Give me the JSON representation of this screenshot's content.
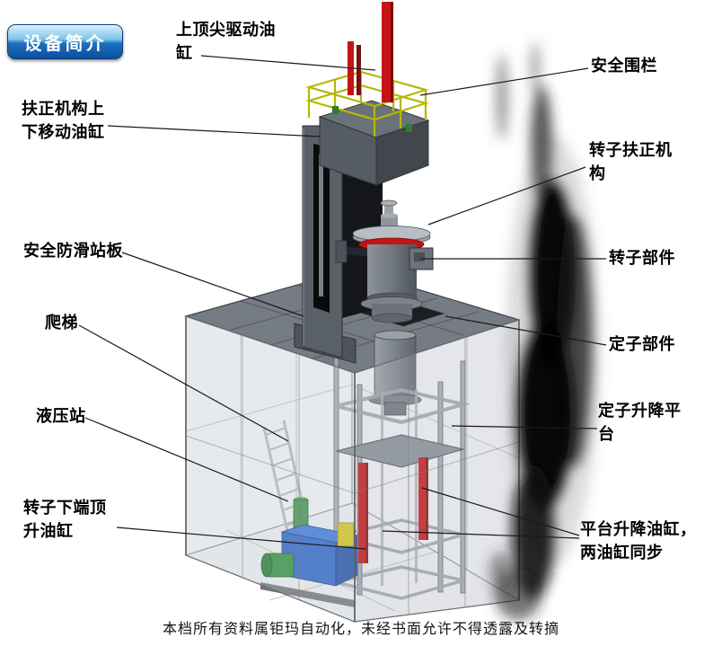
{
  "page": {
    "badge": "设备简介",
    "footer": "本档所有资料属钜玛自动化，未经书面允许不得透露及转摘"
  },
  "labels": {
    "top_drive_cylinder": "上顶尖驱动油缸",
    "safety_fence": "安全围栏",
    "centering_updown_cylinder": "扶正机构上下移动油缸",
    "rotor_centering_mechanism": "转子扶正机构",
    "antislip_board": "安全防滑站板",
    "rotor_part": "转子部件",
    "ladder": "爬梯",
    "stator_part": "定子部件",
    "hydraulic_station": "液压站",
    "stator_lift_platform": "定子升降平台",
    "rotor_bottom_jack_cylinder": "转子下端顶升油缸",
    "platform_lift_cylinders": "平台升降油缸，两油缸同步"
  },
  "colors": {
    "cylinder_red": "#c41414",
    "railing_yellow": "#b5b800",
    "pump_blue": "#2a62c4",
    "motor_green": "#2f8f3f",
    "badge_blue": "#1565c0"
  }
}
